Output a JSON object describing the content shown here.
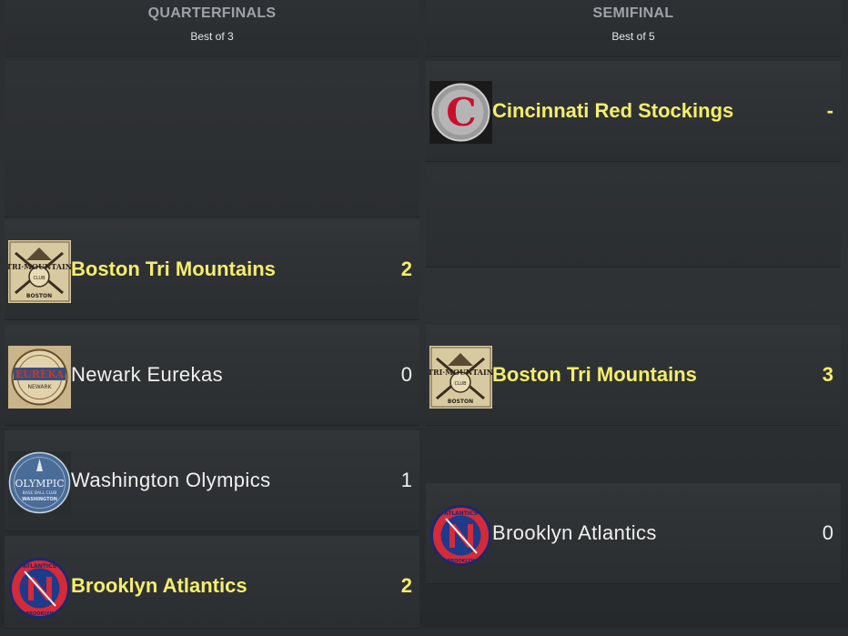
{
  "columns": [
    {
      "title": "QUARTERFINALS",
      "subtitle": "Best of 3"
    },
    {
      "title": "SEMIFINAL",
      "subtitle": "Best of 5"
    }
  ],
  "quarterfinals": [
    {
      "team": "Boston Tri Mountains",
      "score": "2",
      "winner": true,
      "logo": "tri-mountain-logo"
    },
    {
      "team": "Newark Eurekas",
      "score": "0",
      "winner": false,
      "logo": "eureka-logo"
    },
    {
      "team": "Washington Olympics",
      "score": "1",
      "winner": false,
      "logo": "olympic-logo"
    },
    {
      "team": "Brooklyn Atlantics",
      "score": "2",
      "winner": true,
      "logo": "atlantics-logo"
    }
  ],
  "semifinal": [
    {
      "team": "Cincinnati Red Stockings",
      "score": "-",
      "winner": true,
      "logo": "red-stockings-logo"
    },
    {
      "team": "Boston Tri Mountains",
      "score": "3",
      "winner": true,
      "logo": "tri-mountain-logo"
    },
    {
      "team": "Brooklyn Atlantics",
      "score": "0",
      "winner": false,
      "logo": "atlantics-logo"
    }
  ],
  "logo_text": {
    "tri_top": "TRI·MOUNTAIN",
    "tri_club": "CLUB",
    "tri_bottom": "BOSTON",
    "eureka_main": "EUREKA",
    "eureka_sub": "NEWARK",
    "olympic_main": "OLYMPIC",
    "olympic_sub": "BASE BALL CLUB",
    "olympic_city": "WASHINGTON",
    "atlantics_text": "ATLANTICS",
    "atlantics_city": "BROOKLYN",
    "red_letter": "C"
  },
  "colors": {
    "winner_text": "#f5ee6a",
    "loser_text": "#f0f0f0",
    "header_text": "#9ea3a8"
  }
}
